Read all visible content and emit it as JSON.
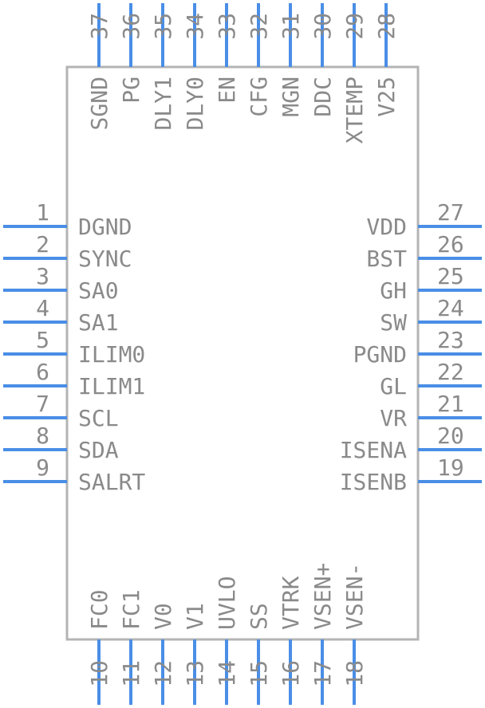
{
  "left_pins": [
    {
      "num": "1",
      "name": "DGND"
    },
    {
      "num": "2",
      "name": "SYNC"
    },
    {
      "num": "3",
      "name": "SA0"
    },
    {
      "num": "4",
      "name": "SA1"
    },
    {
      "num": "5",
      "name": "ILIM0"
    },
    {
      "num": "6",
      "name": "ILIM1"
    },
    {
      "num": "7",
      "name": "SCL"
    },
    {
      "num": "8",
      "name": "SDA"
    },
    {
      "num": "9",
      "name": "SALRT"
    }
  ],
  "bottom_pins": [
    {
      "num": "10",
      "name": "FC0"
    },
    {
      "num": "11",
      "name": "FC1"
    },
    {
      "num": "12",
      "name": "V0"
    },
    {
      "num": "13",
      "name": "V1"
    },
    {
      "num": "14",
      "name": "UVLO"
    },
    {
      "num": "15",
      "name": "SS"
    },
    {
      "num": "16",
      "name": "VTRK"
    },
    {
      "num": "17",
      "name": "VSEN+"
    },
    {
      "num": "18",
      "name": "VSEN-"
    }
  ],
  "right_pins": [
    {
      "num": "19",
      "name": "ISENB"
    },
    {
      "num": "20",
      "name": "ISENA"
    },
    {
      "num": "21",
      "name": "VR"
    },
    {
      "num": "22",
      "name": "GL"
    },
    {
      "num": "23",
      "name": "PGND"
    },
    {
      "num": "24",
      "name": "SW"
    },
    {
      "num": "25",
      "name": "GH"
    },
    {
      "num": "26",
      "name": "BST"
    },
    {
      "num": "27",
      "name": "VDD"
    }
  ],
  "top_pins": [
    {
      "num": "28",
      "name": "V25"
    },
    {
      "num": "29",
      "name": "XTEMP"
    },
    {
      "num": "30",
      "name": "DDC"
    },
    {
      "num": "31",
      "name": "MGN"
    },
    {
      "num": "32",
      "name": "CFG"
    },
    {
      "num": "33",
      "name": "EN"
    },
    {
      "num": "34",
      "name": "DLY0"
    },
    {
      "num": "35",
      "name": "DLY1"
    },
    {
      "num": "36",
      "name": "PG"
    },
    {
      "num": "37",
      "name": "SGND"
    }
  ],
  "colors": {
    "pin": "#4a8ee6",
    "body_outline": "#b4b4b4",
    "text": "#8a8a8a"
  }
}
